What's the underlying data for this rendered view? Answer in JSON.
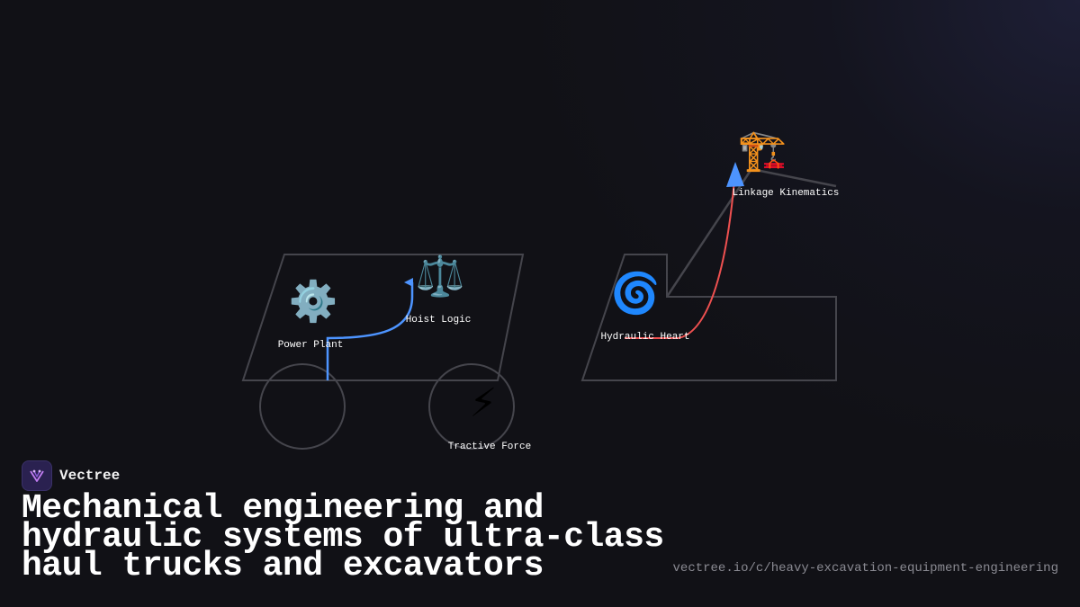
{
  "brand": {
    "name": "Vectree"
  },
  "title": "Mechanical engineering and hydraulic systems of ultra-class haul trucks and excavators",
  "url": "vectree.io/c/heavy-excavation-equipment-engineering",
  "nodes": {
    "power_plant": {
      "label": "Power Plant",
      "icon": "⚙️",
      "icon_name": "gear-icon"
    },
    "hoist_logic": {
      "label": "Hoist Logic",
      "icon": "⚖️",
      "icon_name": "balance-scale-icon"
    },
    "tractive_force": {
      "label": "Tractive Force",
      "icon": "⚡",
      "icon_name": "lightning-icon"
    },
    "hydraulic_heart": {
      "label": "Hydraulic Heart",
      "icon": "🌀",
      "icon_name": "cyclone-icon"
    },
    "linkage_kinematics": {
      "label": "Linkage Kinematics",
      "icon": "🏗️",
      "icon_name": "crane-icon"
    }
  },
  "colors": {
    "background": "#111116",
    "outline": "#45454c",
    "arrow_blue": "#4d94ff",
    "arrow_red": "#ee5050",
    "brand_logo_bg": "#2a2150",
    "brand_logo_mark": "#c07cf0"
  }
}
